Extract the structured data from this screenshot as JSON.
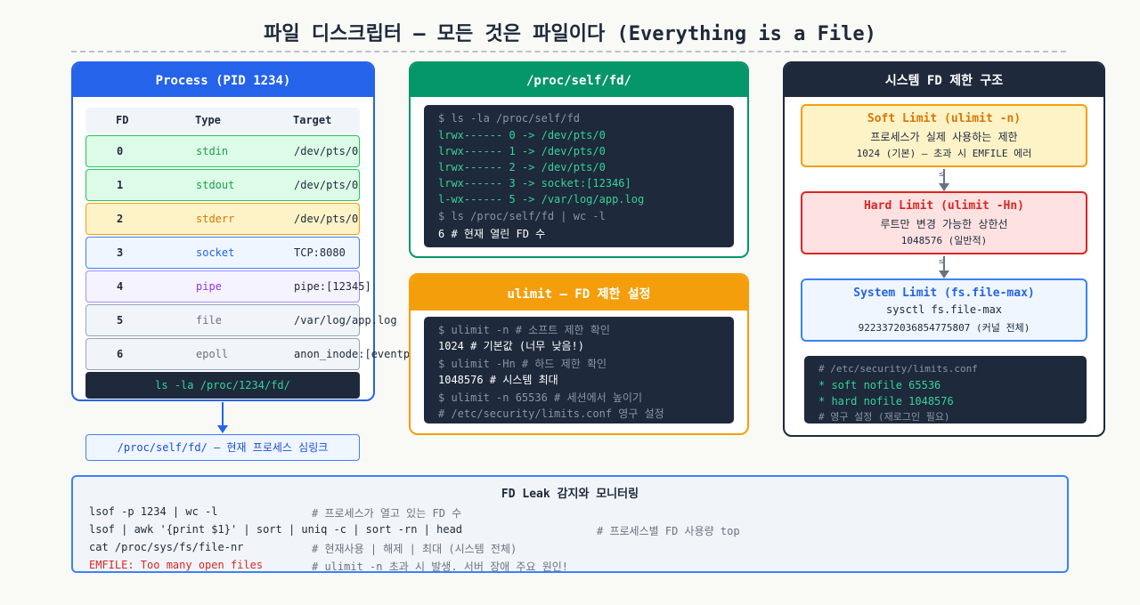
{
  "title": "파일 디스크립터 — 모든 것은 파일이다 (Everything is a File)",
  "colors": {
    "blue": "#2563eb",
    "green_header": "#059669",
    "orange_header": "#f59e0b",
    "navy_header": "#1e293b",
    "terminal_bg": "#1e293b",
    "terminal_green": "#34d399"
  },
  "process": {
    "header": "Process (PID 1234)",
    "columns": [
      "FD",
      "Type",
      "Target"
    ],
    "rows": [
      {
        "fd": "0",
        "type": "stdin",
        "target": "/dev/pts/0"
      },
      {
        "fd": "1",
        "type": "stdout",
        "target": "/dev/pts/0"
      },
      {
        "fd": "2",
        "type": "stderr",
        "target": "/dev/pts/0"
      },
      {
        "fd": "3",
        "type": "socket",
        "target": "TCP:8080"
      },
      {
        "fd": "4",
        "type": "pipe",
        "target": "pipe:[12345]"
      },
      {
        "fd": "5",
        "type": "file",
        "target": "/var/log/app.log"
      },
      {
        "fd": "6",
        "type": "epoll",
        "target": "anon_inode:[eventpoll]"
      }
    ],
    "ls_command": "ls -la /proc/1234/fd/",
    "self_link": "/proc/self/fd/ — 현재 프로세스 심링크"
  },
  "procfd": {
    "header": "/proc/self/fd/",
    "lines": [
      "$ ls -la /proc/self/fd",
      "lrwx------ 0 -> /dev/pts/0",
      "lrwx------ 1 -> /dev/pts/0",
      "lrwx------ 2 -> /dev/pts/0",
      "lrwx------ 3 -> socket:[12346]",
      "l-wx------ 5 -> /var/log/app.log",
      "$ ls /proc/self/fd | wc -l",
      "6 # 현재 열린 FD 수"
    ]
  },
  "ulimit": {
    "header": "ulimit — FD 제한 설정",
    "lines": [
      "$ ulimit -n # 소프트 제한 확인",
      "1024 # 기본값 (너무 낮음!)",
      "$ ulimit -Hn # 하드 제한 확인",
      "1048576 # 시스템 최대",
      "$ ulimit -n 65536 # 세션에서 높이기",
      "# /etc/security/limits.conf 영구 설정"
    ]
  },
  "limits": {
    "header": "시스템 FD 제한 구조",
    "soft": {
      "title": "Soft Limit (ulimit -n)",
      "desc": "프로세스가 실제 사용하는 제한",
      "value": "1024 (기본) — 초과 시 EMFILE 에러"
    },
    "hard": {
      "title": "Hard Limit (ulimit -Hn)",
      "desc": "루트만 변경 가능한 상한선",
      "value": "1048576 (일반적)"
    },
    "system": {
      "title": "System Limit (fs.file-max)",
      "desc": "sysctl fs.file-max",
      "value": "9223372036854775807 (커널 전체)"
    },
    "arrow_symbol": "≤",
    "conf_lines": [
      "# /etc/security/limits.conf",
      "* soft nofile 65536",
      "* hard nofile 1048576",
      "# 영구 설정 (재로그인 필요)"
    ]
  },
  "leak": {
    "title": "FD Leak 감지와 모니터링",
    "lines": [
      {
        "cmd": "lsof -p 1234 | wc -l",
        "comment": "# 프로세스가 열고 있는 FD 수"
      },
      {
        "cmd": "lsof | awk '{print $1}' | sort | uniq -c | sort -rn | head",
        "comment": "# 프로세스별 FD 사용량 top"
      },
      {
        "cmd": "cat /proc/sys/fs/file-nr",
        "comment": "# 현재사용 | 해제 | 최대 (시스템 전체)"
      },
      {
        "cmd": "EMFILE: Too many open files",
        "comment": "# ulimit -n 초과 시 발생. 서버 장애 주요 원인!"
      }
    ]
  }
}
